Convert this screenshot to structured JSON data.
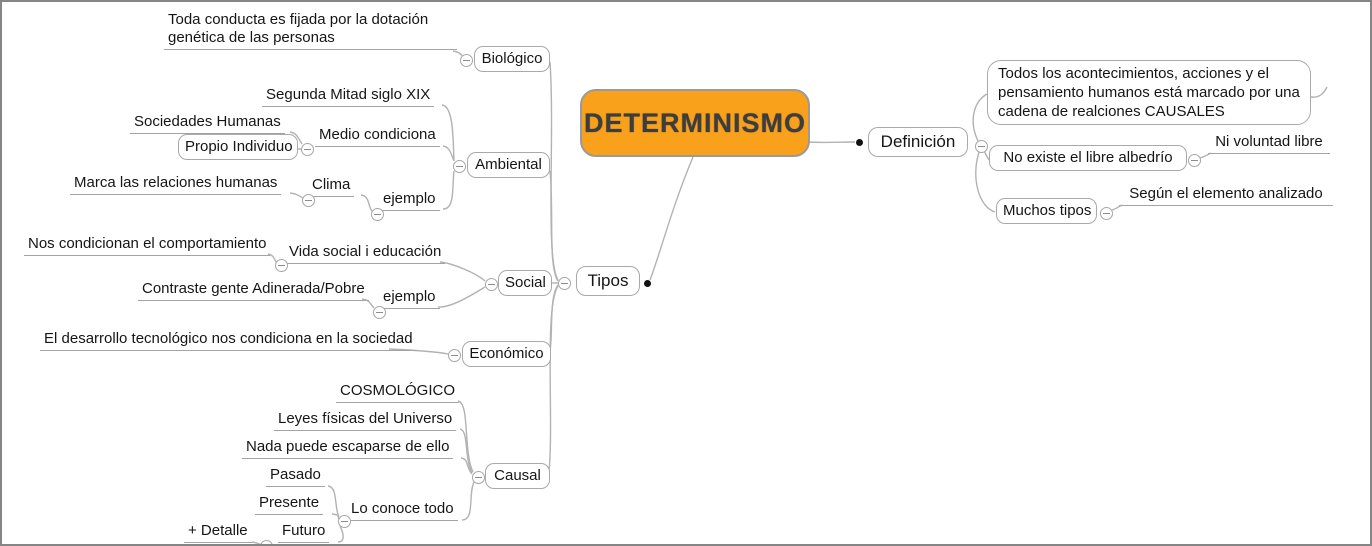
{
  "root": {
    "label": "DETERMINISMO"
  },
  "colors": {
    "root_fill": "#F9A11B",
    "root_text": "#3D3D3D",
    "edge": "#B2B2B2",
    "bubble_border": "#A9A9A9"
  },
  "definicion": {
    "label": "Definición",
    "causales": "Todos los acontecimientos, acciones y el pensamiento humanos está marcado por una cadena de realciones CAUSALES",
    "no_libre": "No existe el libre albedrío",
    "ni_voluntad": "Ni voluntad libre",
    "muchos_tipos": "Muchos tipos",
    "segun": "Según el elemento analizado"
  },
  "tipos": {
    "label": "Tipos",
    "biologico": {
      "label": "Biológico",
      "toda_conducta": "Toda conducta es fijada por la dotación genética de las personas"
    },
    "ambiental": {
      "label": "Ambiental",
      "segunda_mitad": "Segunda Mitad siglo XIX",
      "medio": "Medio condiciona",
      "sociedades": "Sociedades Humanas",
      "propio": "Propio Individuo",
      "ejemplo": "ejemplo",
      "clima": "Clima",
      "marca": "Marca las relaciones humanas"
    },
    "social": {
      "label": "Social",
      "vida": "Vida social i educación",
      "nos_condicionan": "Nos condicionan el comportamiento",
      "ejemplo": "ejemplo",
      "contraste": "Contraste gente Adinerada/Pobre"
    },
    "economico": {
      "label": "Económico",
      "desarrollo": "El desarrollo tecnológico nos condiciona en la sociedad"
    },
    "causal": {
      "label": "Causal",
      "cosmologico": "COSMOLÓGICO",
      "leyes": "Leyes físicas del Universo",
      "nada": "Nada puede escaparse de ello",
      "lo_conoce": "Lo conoce todo",
      "pasado": "Pasado",
      "presente": "Presente",
      "futuro": "Futuro",
      "detalle": "+ Detalle"
    }
  }
}
